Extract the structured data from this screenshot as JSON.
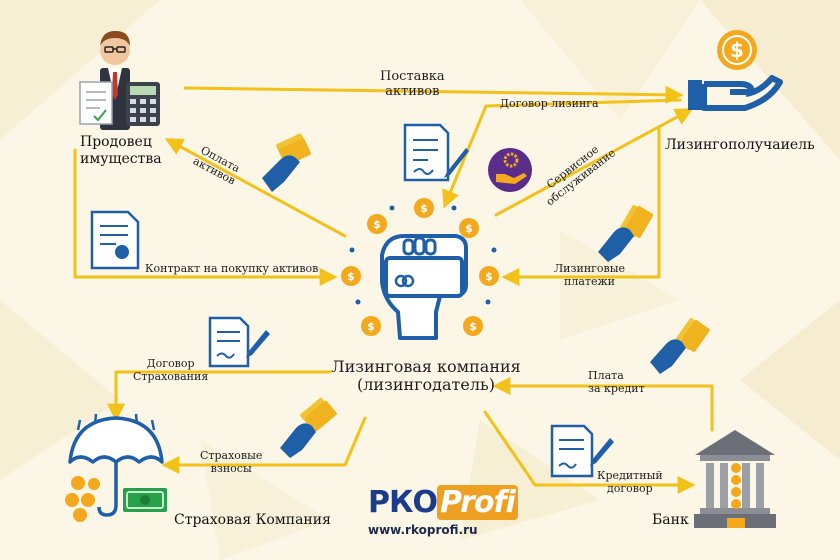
{
  "colors": {
    "arrow": "#f2c21b",
    "accent_blue": "#1f5fa8",
    "coin": "#f3a81d",
    "background": "#fbf6e6",
    "text": "#1f1f1f"
  },
  "nodes": {
    "seller": "Продовец\nимущества",
    "lessee": "Лизингополучаиель",
    "leasing_company": "Лизинговая компания\n(лизингодатель)",
    "insurer": "Страховая Компания",
    "bank": "Банк"
  },
  "flows": {
    "asset_delivery": "Поставка\nактивов",
    "lease_contract": "Договор лизинга",
    "service": "Сервисное\nобслуживание",
    "payment": "Оплата\nактивов",
    "purchase_contract": "Контракт на покупку активов",
    "lease_payments": "Лизинговые\nплатежи",
    "insurance_contract": "Договор\nСтрахования",
    "insurance_fees": "Страховые\nвзносы",
    "credit_payment": "Плата\nза кредит",
    "credit_contract": "Кредитный\nдоговор"
  },
  "icons": [
    "businessman-icon",
    "calculator-icon",
    "document-icon",
    "hand-dollar-icon",
    "contract-pen-icon",
    "gear-hand-icon",
    "money-hand-icon",
    "certificate-icon",
    "card-hand-icon",
    "dollar-coin-icon",
    "umbrella-icon",
    "banknote-icon",
    "bank-building-icon"
  ],
  "logo": {
    "brand_part1": "РКО",
    "brand_part2": "Profi",
    "url": "www.rkoprofi.ru"
  }
}
